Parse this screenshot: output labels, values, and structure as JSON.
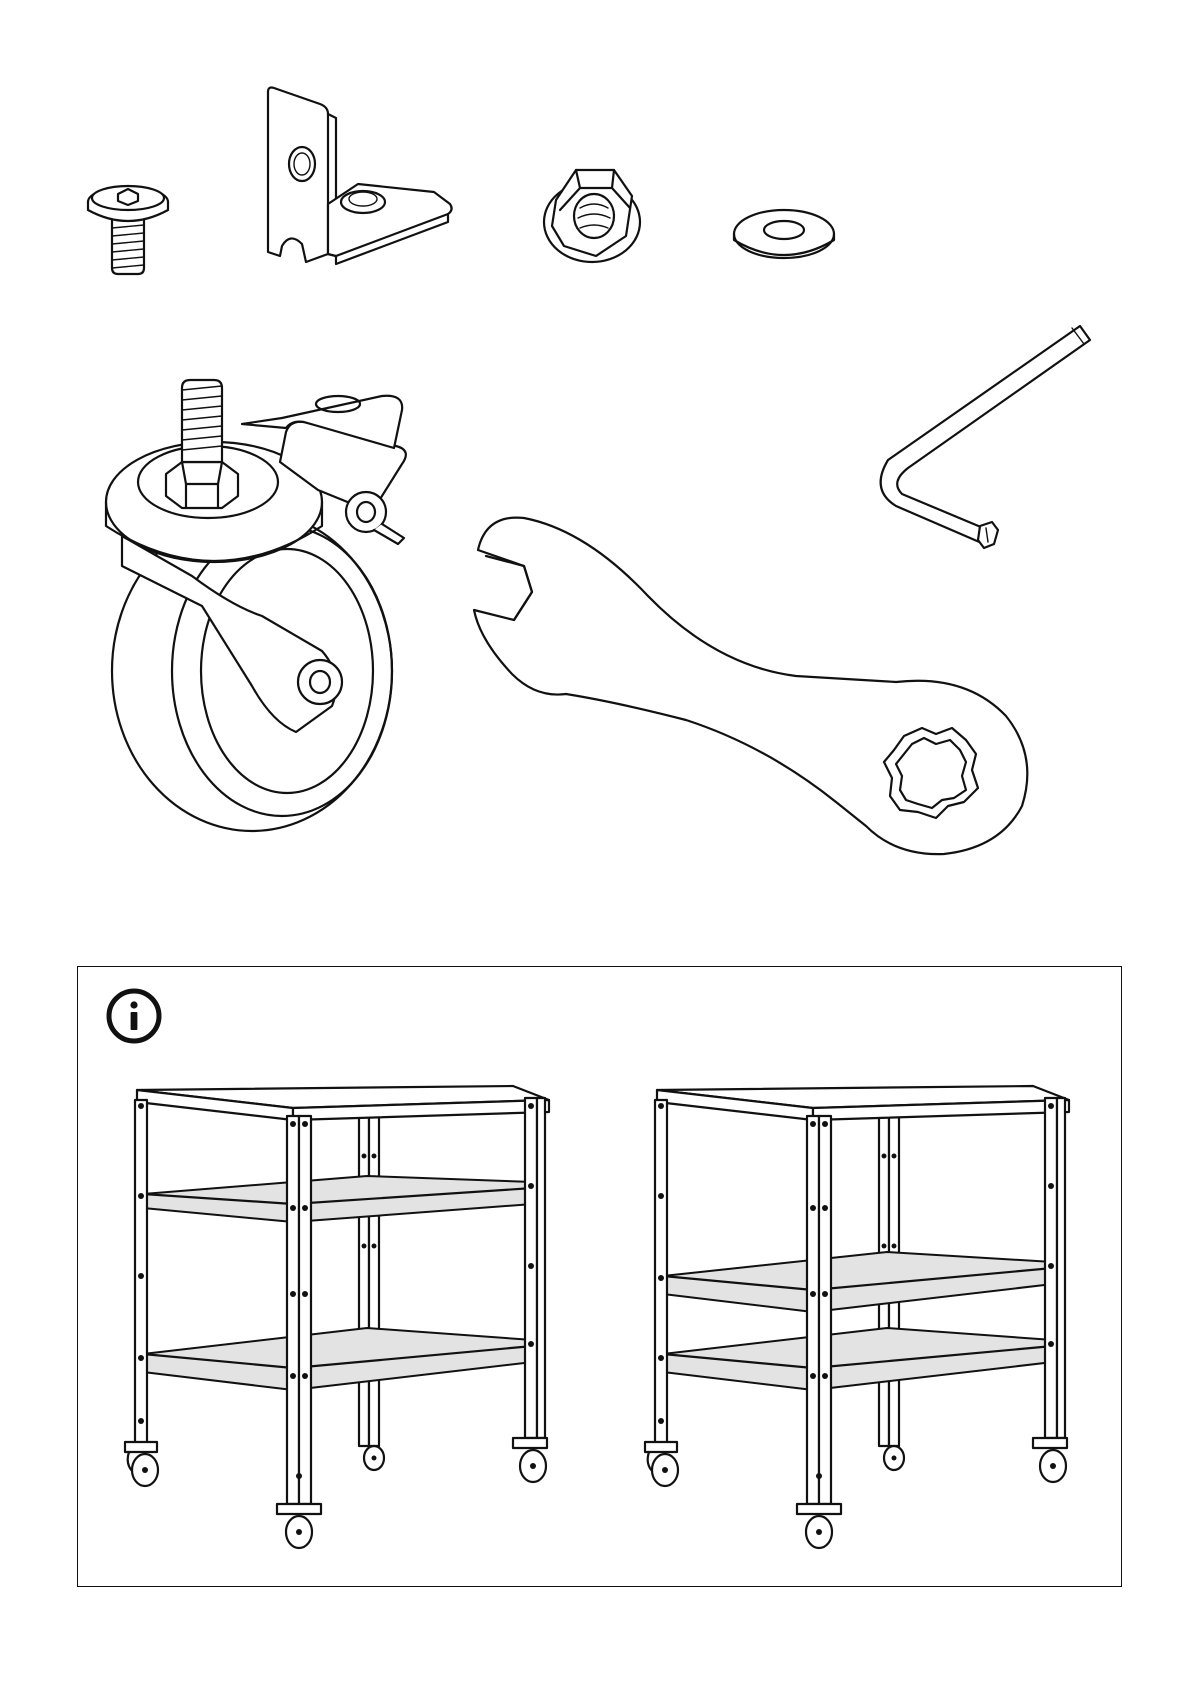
{
  "page": {
    "background": "#ffffff",
    "ink": "#111111",
    "shelf_fill": "#e3e3e3"
  },
  "parts": [
    {
      "id": "screw",
      "icon": "hex-socket-screw-icon"
    },
    {
      "id": "angle-bracket",
      "icon": "angle-bracket-icon"
    },
    {
      "id": "flange-nut",
      "icon": "flange-nut-icon"
    },
    {
      "id": "washer",
      "icon": "washer-icon"
    },
    {
      "id": "caster-wheel",
      "icon": "locking-caster-icon"
    },
    {
      "id": "wrench",
      "icon": "wrench-icon"
    },
    {
      "id": "allen-key",
      "icon": "allen-key-icon"
    }
  ],
  "info_panel": {
    "icon": "info-icon",
    "icon_glyph": "i",
    "carts": [
      {
        "name": "cart-shelves-upper-lower",
        "icon": "cart-icon"
      },
      {
        "name": "cart-shelves-lower-pair",
        "icon": "cart-icon"
      }
    ]
  }
}
